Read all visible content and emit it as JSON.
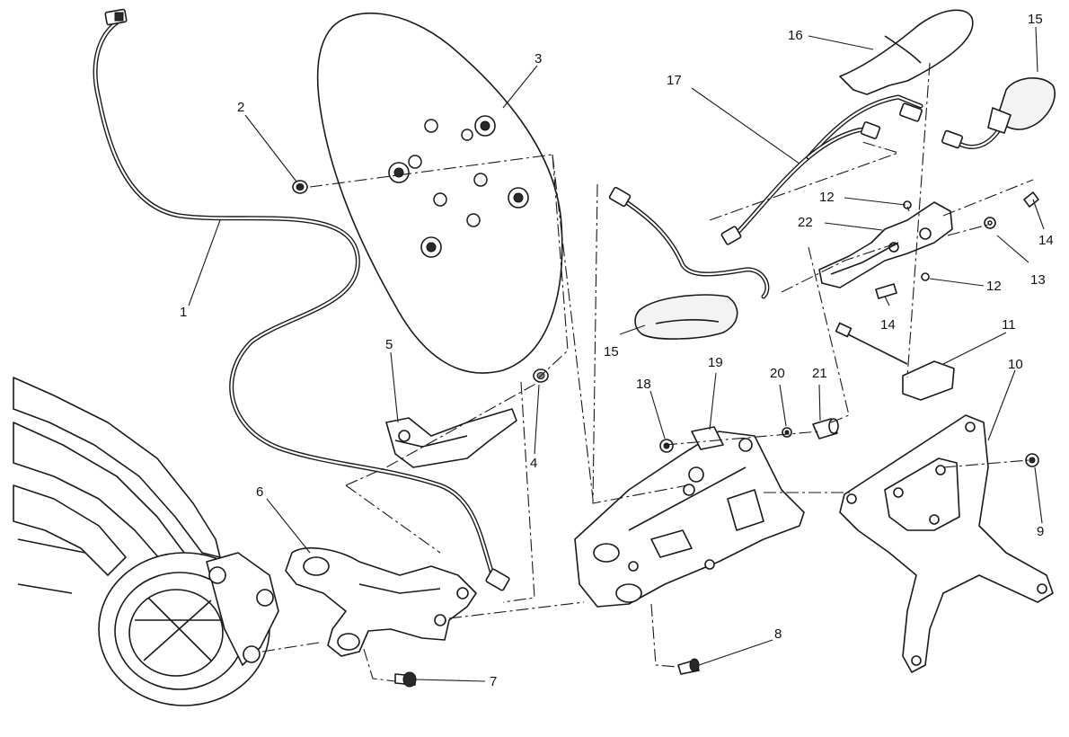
{
  "diagram": {
    "callouts": [
      {
        "id": "c1",
        "text": "1"
      },
      {
        "id": "c2",
        "text": "2"
      },
      {
        "id": "c3",
        "text": "3"
      },
      {
        "id": "c4",
        "text": "4"
      },
      {
        "id": "c5",
        "text": "5"
      },
      {
        "id": "c6",
        "text": "6"
      },
      {
        "id": "c7",
        "text": "7"
      },
      {
        "id": "c8",
        "text": "8"
      },
      {
        "id": "c9",
        "text": "9"
      },
      {
        "id": "c10",
        "text": "10"
      },
      {
        "id": "c11",
        "text": "11"
      },
      {
        "id": "c12a",
        "text": "12"
      },
      {
        "id": "c12b",
        "text": "12"
      },
      {
        "id": "c13",
        "text": "13"
      },
      {
        "id": "c14a",
        "text": "14"
      },
      {
        "id": "c14b",
        "text": "14"
      },
      {
        "id": "c15a",
        "text": "15"
      },
      {
        "id": "c15b",
        "text": "15"
      },
      {
        "id": "c16",
        "text": "16"
      },
      {
        "id": "c17",
        "text": "17"
      },
      {
        "id": "c18",
        "text": "18"
      },
      {
        "id": "c19",
        "text": "19"
      },
      {
        "id": "c20",
        "text": "20"
      },
      {
        "id": "c21",
        "text": "21"
      },
      {
        "id": "c22",
        "text": "22"
      }
    ]
  }
}
